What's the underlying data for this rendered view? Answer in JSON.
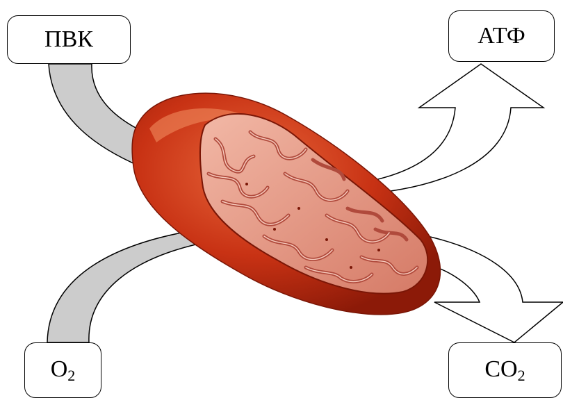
{
  "labels": {
    "pvk": "ПВК",
    "atf": "АТФ",
    "o2": {
      "base": "O",
      "sub": "2"
    },
    "co2": {
      "base": "CO",
      "sub": "2"
    }
  },
  "colors": {
    "input_arrow_fill": "#cccccc",
    "output_arrow_fill": "#ffffff",
    "outline": "#000000",
    "mitochondrion_outer": "#c83214",
    "mitochondrion_inner": "#e89a86",
    "cristae": "#c0584a"
  }
}
